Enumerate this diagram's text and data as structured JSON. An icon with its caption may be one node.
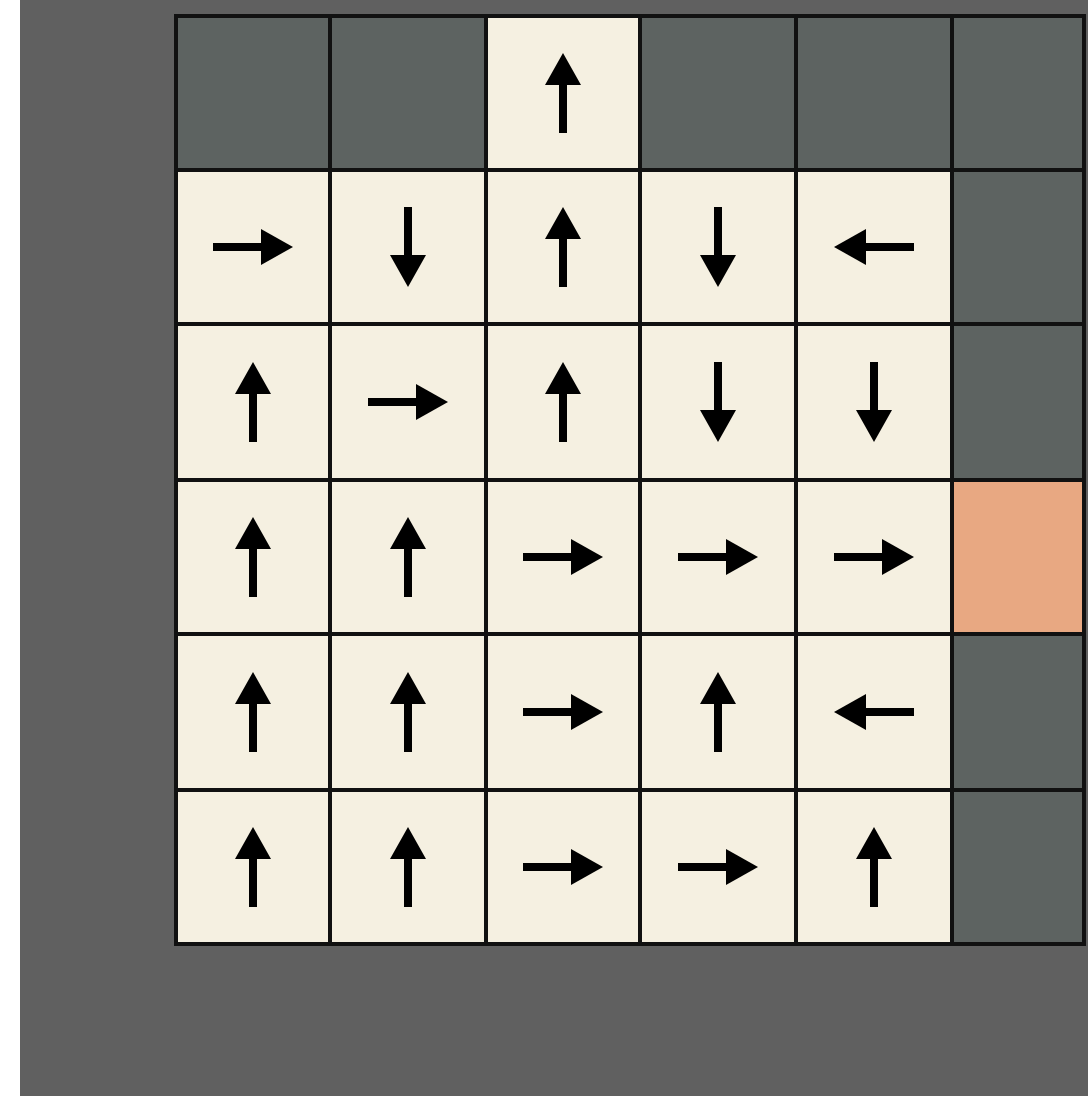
{
  "diagram": {
    "nodes": [
      {
        "text": [],
        "shape": "box"
      },
      {
        "text": [],
        "shape": "box"
      },
      {
        "text": [],
        "shape": "box"
      },
      {
        "text": [],
        "shape": "box"
      },
      {
        "text": [],
        "shape": "box"
      },
      {
        "text": [],
        "shape": "box"
      },
      {
        "text": [],
        "shape": "box"
      },
      {
        "text": [],
        "shape": "box"
      },
      {
        "text": [],
        "shape": "box"
      },
      {
        "text": [],
        "shape": "box"
      },
      {
        "text": [],
        "shape": "box"
      },
      {
        "text": [],
        "shape": "box"
      },
      {
        "text": [],
        "shape": "box"
      },
      {
        "text": [],
        "shape": "box"
      },
      {
        "text": [],
        "shape": "box"
      },
      {
        "text": [],
        "shape": "box"
      },
      {
        "text": [],
        "shape": "box"
      },
      {
        "text": [],
        "shape": "box"
      },
      {
        "text": [],
        "shape": "box"
      },
      {
        "text": [],
        "shape": "box"
      },
      {
        "text": [],
        "shape": "box"
      },
      {
        "text": [],
        "shape": "box"
      },
      {
        "text": [],
        "shape": "box"
      },
      {
        "text": [],
        "shape": "box"
      },
      {
        "text": [],
        "shape": "box"
      },
      {
        "text": [],
        "shape": "box"
      },
      {
        "text": [],
        "shape": "box"
      },
      {
        "text": [],
        "shape": "box"
      },
      {
        "text": [],
        "shape": "box"
      },
      {
        "text": [],
        "shape": "box"
      },
      {
        "text": [],
        "shape": "box"
      },
      {
        "text": [],
        "shape": "box"
      },
      {
        "text": [],
        "shape": "box"
      },
      {
        "text": [],
        "shape": "box"
      },
      {
        "text": [],
        "shape": "box"
      },
      {
        "text": [],
        "shape": "box"
      }
    ]
  }
}
